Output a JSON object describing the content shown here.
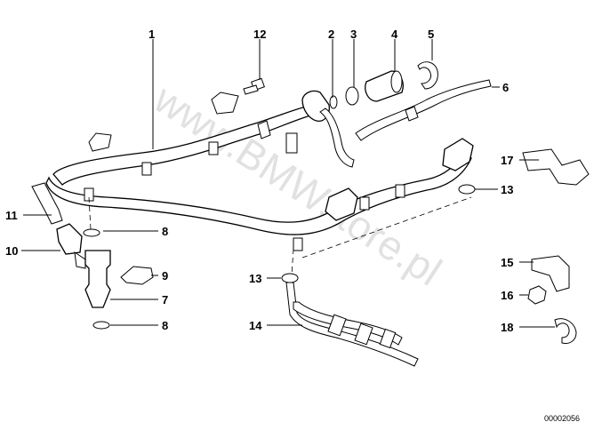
{
  "watermark": "www.BMWstore.pl",
  "document_number": "00002056",
  "callouts": [
    "1",
    "2",
    "3",
    "4",
    "5",
    "6",
    "7",
    "8",
    "8",
    "9",
    "10",
    "11",
    "12",
    "13",
    "13",
    "14",
    "15",
    "16",
    "17",
    "18"
  ]
}
